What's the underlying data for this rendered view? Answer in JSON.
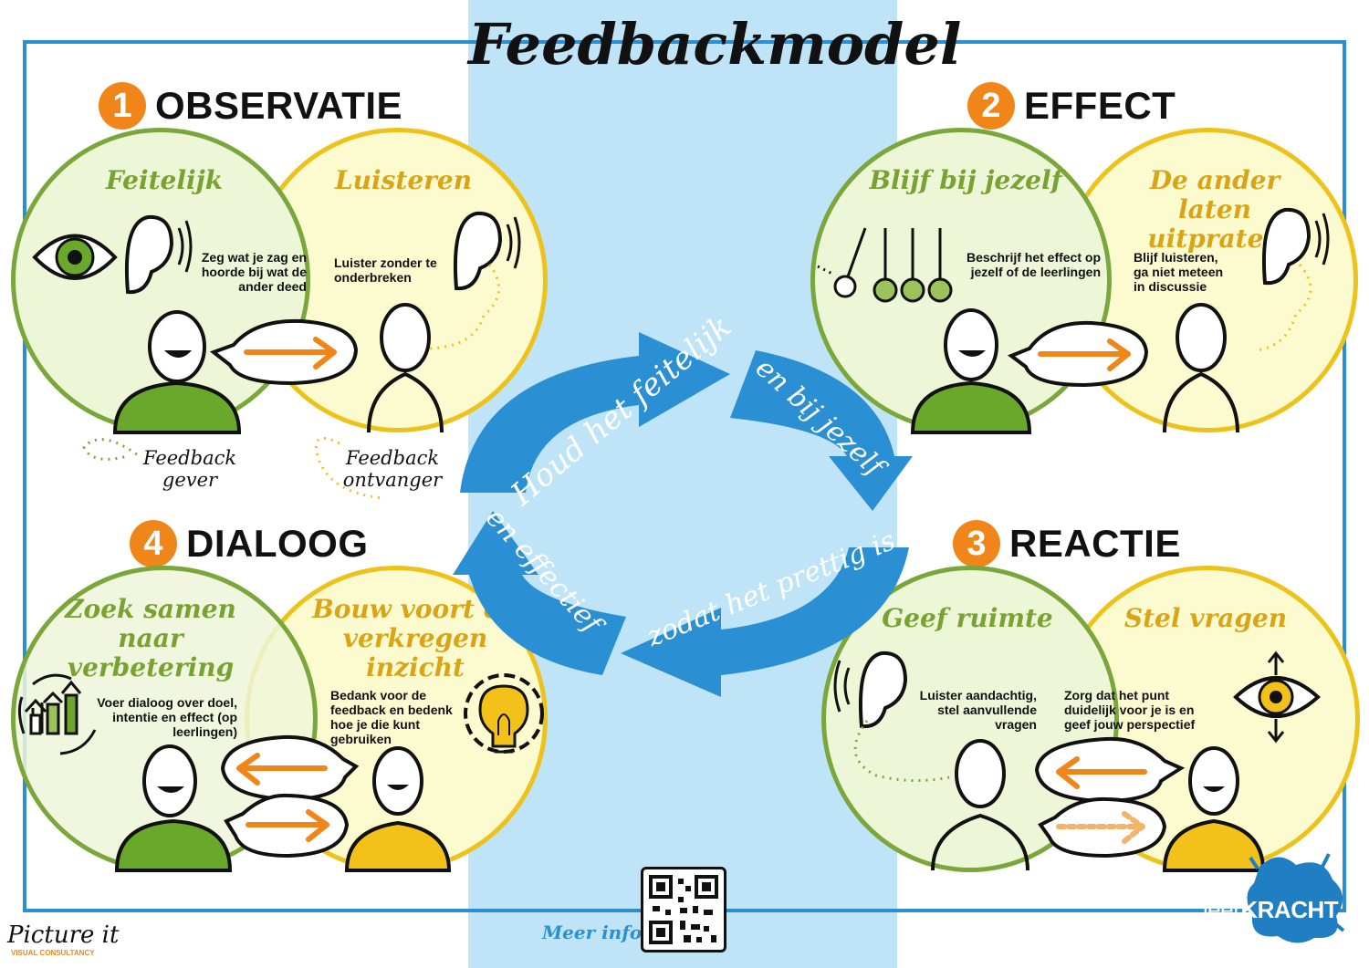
{
  "title": "Feedbackmodel",
  "colors": {
    "green": "#7aa73b",
    "yellow": "#ecc21b",
    "orange": "#f0861a",
    "blue": "#2a8fd3",
    "band": "#bfe4f8"
  },
  "sections": {
    "observatie": {
      "number": "1",
      "title": "OBSERVATIE",
      "left": {
        "heading": "Feitelijk",
        "text": "Zeg wat je zag en hoorde bij wat de ander deed",
        "icons": [
          "eye-icon",
          "ear-icon"
        ]
      },
      "right": {
        "heading": "Luisteren",
        "text": "Luister zonder te onderbreken",
        "icons": [
          "ear-icon"
        ]
      },
      "labels": {
        "giver": "Feedback gever",
        "receiver": "Feedback ontvanger"
      }
    },
    "effect": {
      "number": "2",
      "title": "EFFECT",
      "left": {
        "heading": "Blijf bij jezelf",
        "text": "Beschrijf het effect op jezelf of de leerlingen",
        "icons": [
          "pendulum-icon"
        ]
      },
      "right": {
        "heading": "De ander laten uitpraten",
        "text": "Blijf luisteren, ga niet meteen in discussie",
        "icons": [
          "ear-icon"
        ]
      }
    },
    "reactie": {
      "number": "3",
      "title": "REACTIE",
      "left": {
        "heading": "Geef ruimte",
        "text": "Luister aandachtig, stel aanvullende vragen",
        "icons": [
          "ear-icon"
        ]
      },
      "right": {
        "heading": "Stel vragen",
        "text": "Zorg dat het punt duidelijk voor je is en geef jouw perspectief",
        "icons": [
          "eye-icon"
        ]
      }
    },
    "dialoog": {
      "number": "4",
      "title": "DIALOOG",
      "left": {
        "heading": "Zoek samen naar verbetering",
        "text": "Voer dialoog over doel, intentie en effect (op leerlingen)",
        "icons": [
          "growth-cycle-icon"
        ]
      },
      "right": {
        "heading": "Bouw voort op verkregen inzicht",
        "text": "Bedank voor de feedback en bedenk hoe je die kunt gebruiken",
        "icons": [
          "lightbulb-gear-icon"
        ]
      }
    }
  },
  "cycle": {
    "top_left": "Houd het feitelijk",
    "top_right": "en bij jezelf",
    "bottom_right": "zodat het prettig is",
    "bottom_left": "en effectief"
  },
  "footer": {
    "more_info": "Meer info:",
    "logo_left": "Picture it",
    "logo_left_sub": "VISUAL CONSULTANCY",
    "logo_right_a": "leer",
    "logo_right_b": "KRACHT"
  }
}
